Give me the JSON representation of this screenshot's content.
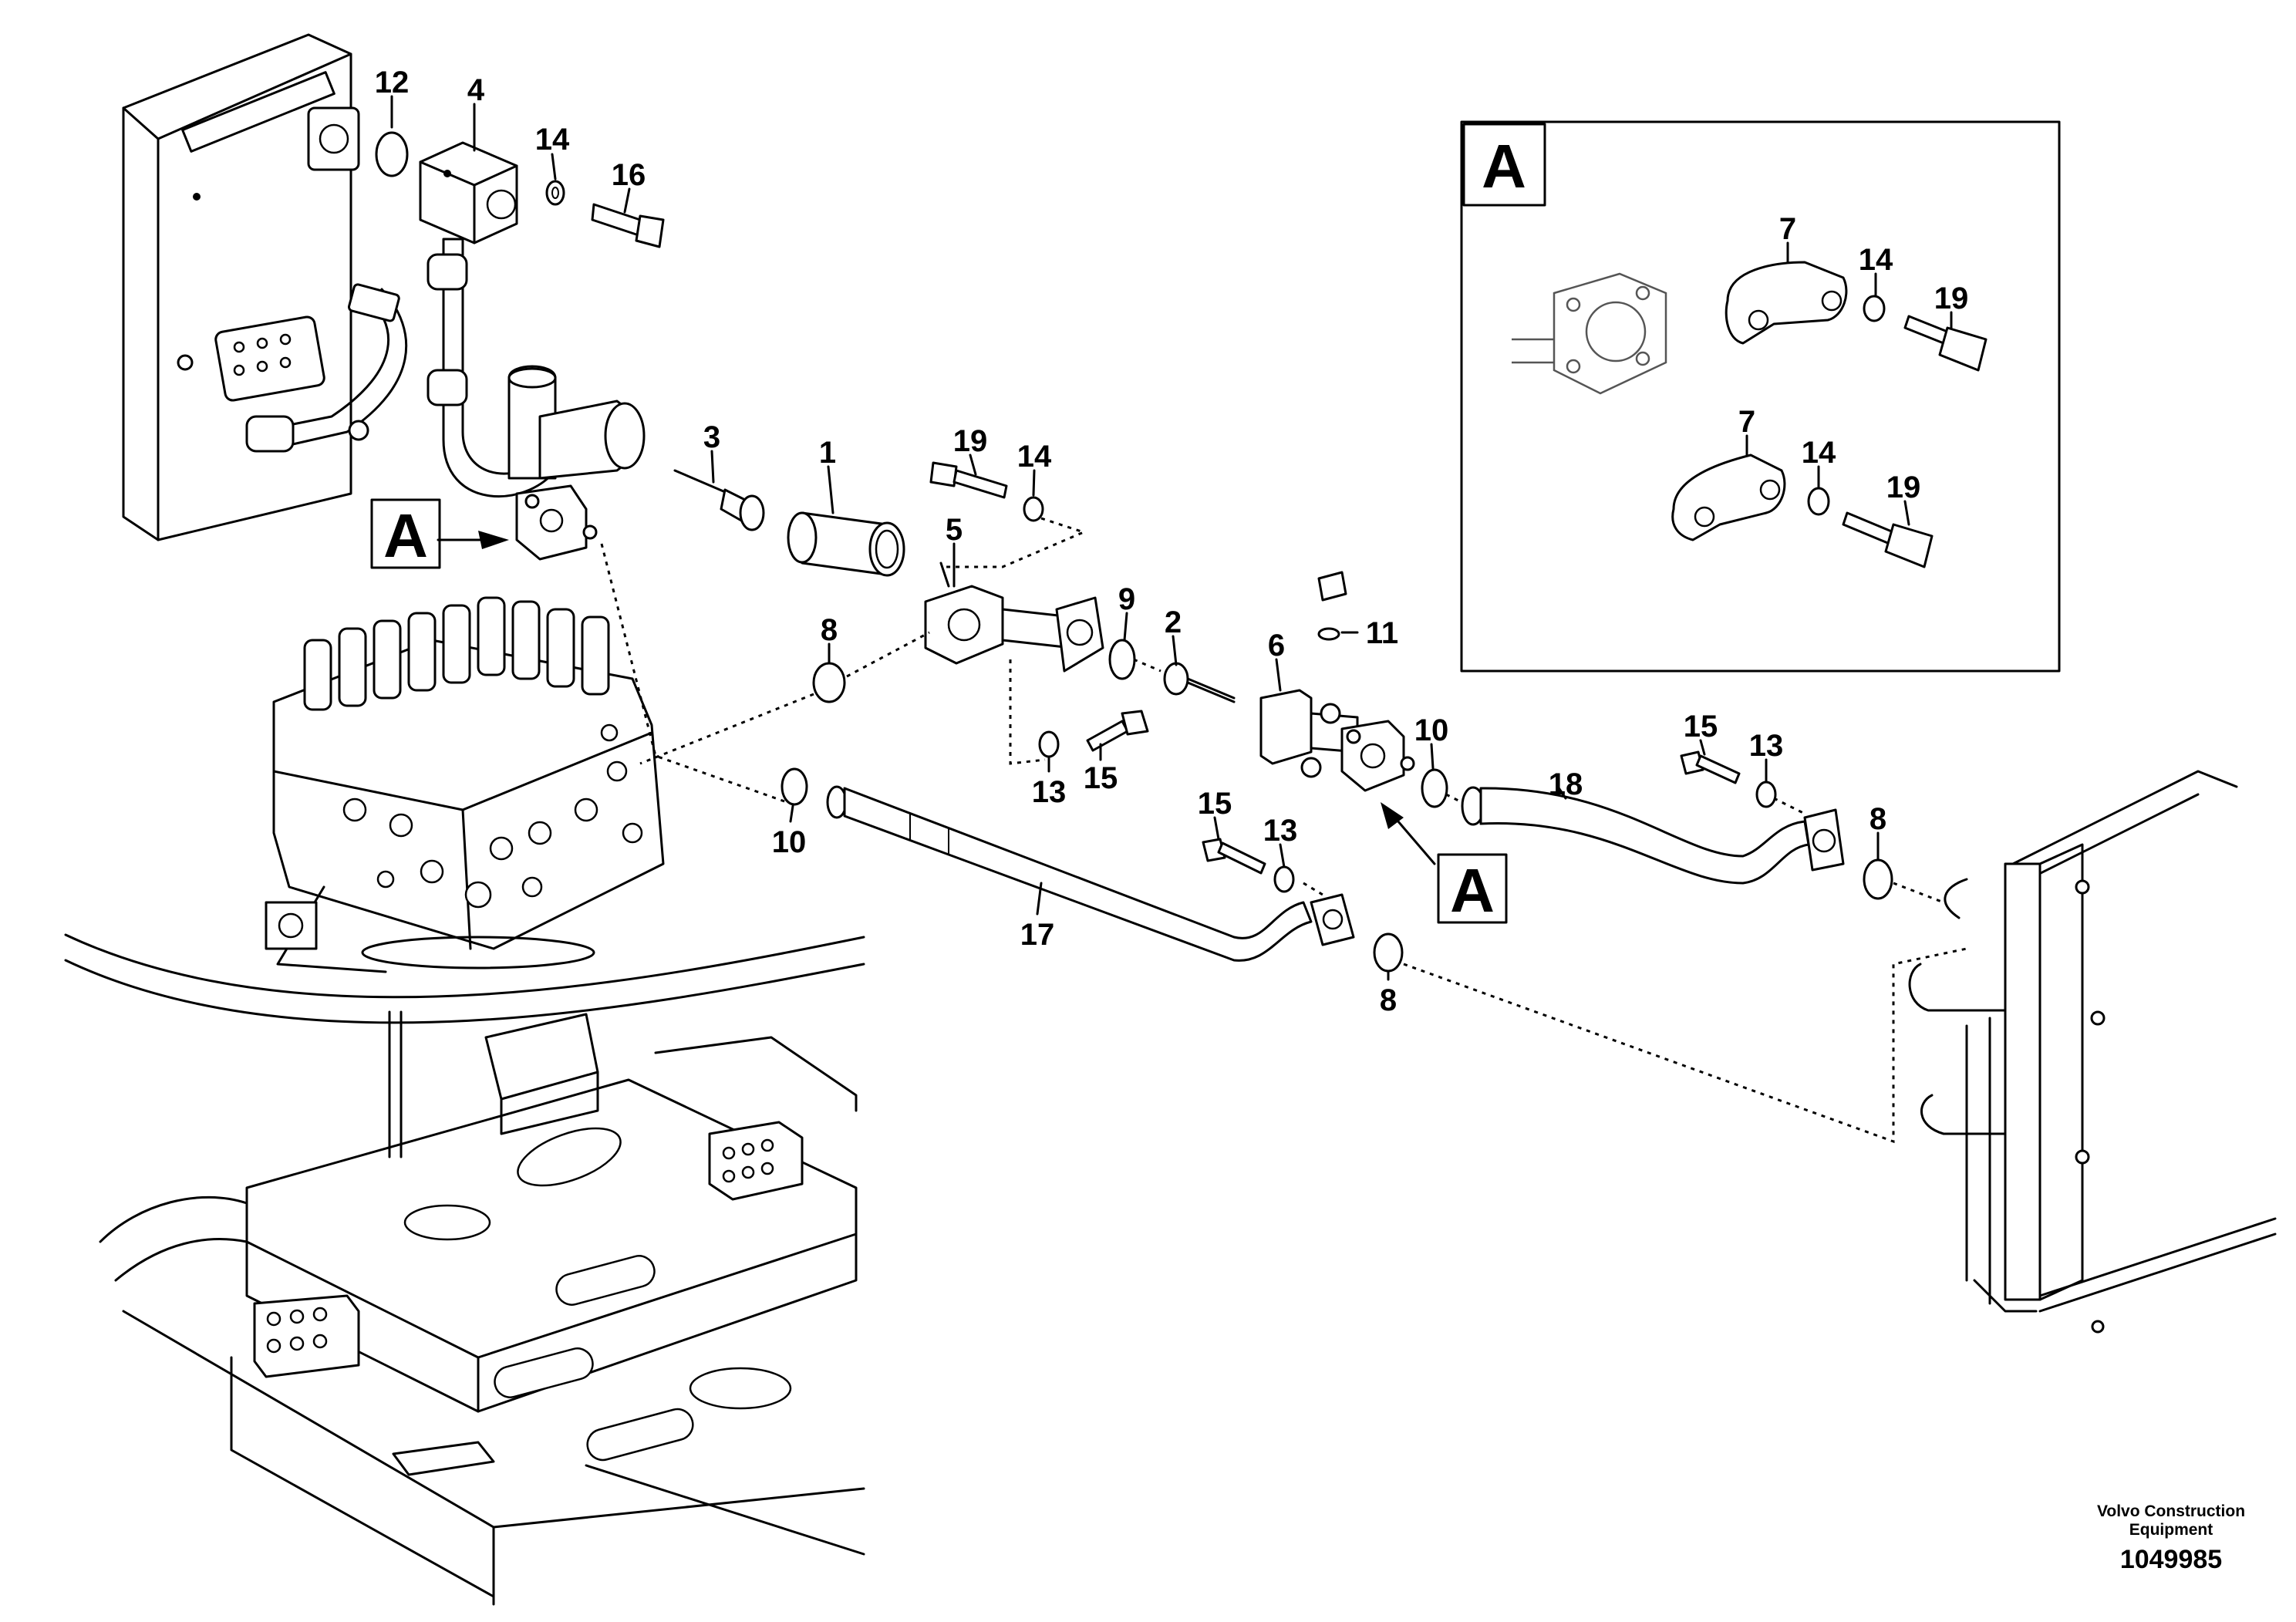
{
  "diagram": {
    "callouts": [
      {
        "id": "c-12",
        "text": "12"
      },
      {
        "id": "c-4",
        "text": "4"
      },
      {
        "id": "c-14a",
        "text": "14"
      },
      {
        "id": "c-16",
        "text": "16"
      },
      {
        "id": "c-3",
        "text": "3"
      },
      {
        "id": "c-1",
        "text": "1"
      },
      {
        "id": "c-19a",
        "text": "19"
      },
      {
        "id": "c-14b",
        "text": "14"
      },
      {
        "id": "c-5",
        "text": "5"
      },
      {
        "id": "c-8a",
        "text": "8"
      },
      {
        "id": "c-9",
        "text": "9"
      },
      {
        "id": "c-2",
        "text": "2"
      },
      {
        "id": "c-6",
        "text": "6"
      },
      {
        "id": "c-11",
        "text": "11"
      },
      {
        "id": "c-10a",
        "text": "10"
      },
      {
        "id": "c-13a",
        "text": "13"
      },
      {
        "id": "c-15a",
        "text": "15"
      },
      {
        "id": "c-10b",
        "text": "10"
      },
      {
        "id": "c-15b",
        "text": "15"
      },
      {
        "id": "c-13b",
        "text": "13"
      },
      {
        "id": "c-17",
        "text": "17"
      },
      {
        "id": "c-8b",
        "text": "8"
      },
      {
        "id": "c-18",
        "text": "18"
      },
      {
        "id": "c-15c",
        "text": "15"
      },
      {
        "id": "c-13c",
        "text": "13"
      },
      {
        "id": "c-8c",
        "text": "8"
      },
      {
        "id": "c-7a",
        "text": "7"
      },
      {
        "id": "c-14c",
        "text": "14"
      },
      {
        "id": "c-19b",
        "text": "19"
      },
      {
        "id": "c-7b",
        "text": "7"
      },
      {
        "id": "c-14d",
        "text": "14"
      },
      {
        "id": "c-19c",
        "text": "19"
      }
    ],
    "view_labels": {
      "detail_box": "A",
      "pointer_left": "A",
      "pointer_center": "A"
    }
  },
  "footer": {
    "manufacturer_line1": "Volvo Construction",
    "manufacturer_line2": "Equipment",
    "figure_number": "1049985"
  }
}
